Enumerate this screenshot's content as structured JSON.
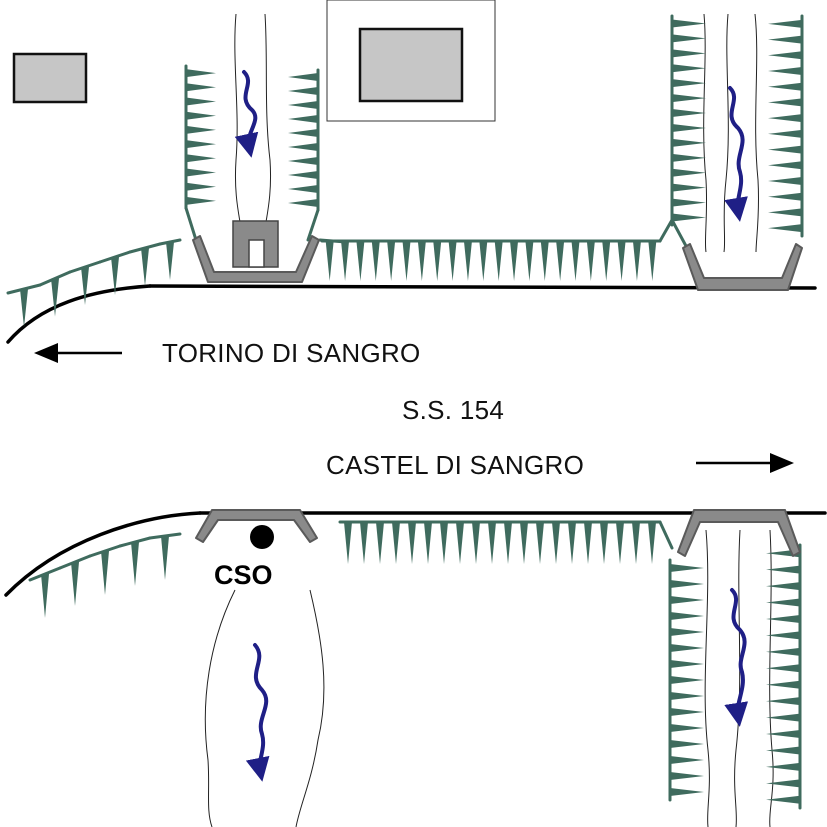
{
  "labels": {
    "west_direction": "TORINO DI SANGRO",
    "road_name": "S.S. 154",
    "east_direction": "CASTEL DI SANGRO",
    "cso": "CSO"
  },
  "colors": {
    "embankment": "#3f6b5e",
    "flow_arrow": "#1f1f86",
    "culvert_fill": "#8a8a8a",
    "culvert_stroke": "#5a5a5a",
    "building_fill": "#c6c6c6",
    "road": "#000000"
  },
  "icons": {
    "flow": "wavy-downward-arrow",
    "cso_point": "filled-circle",
    "direction": "straight-arrow"
  }
}
